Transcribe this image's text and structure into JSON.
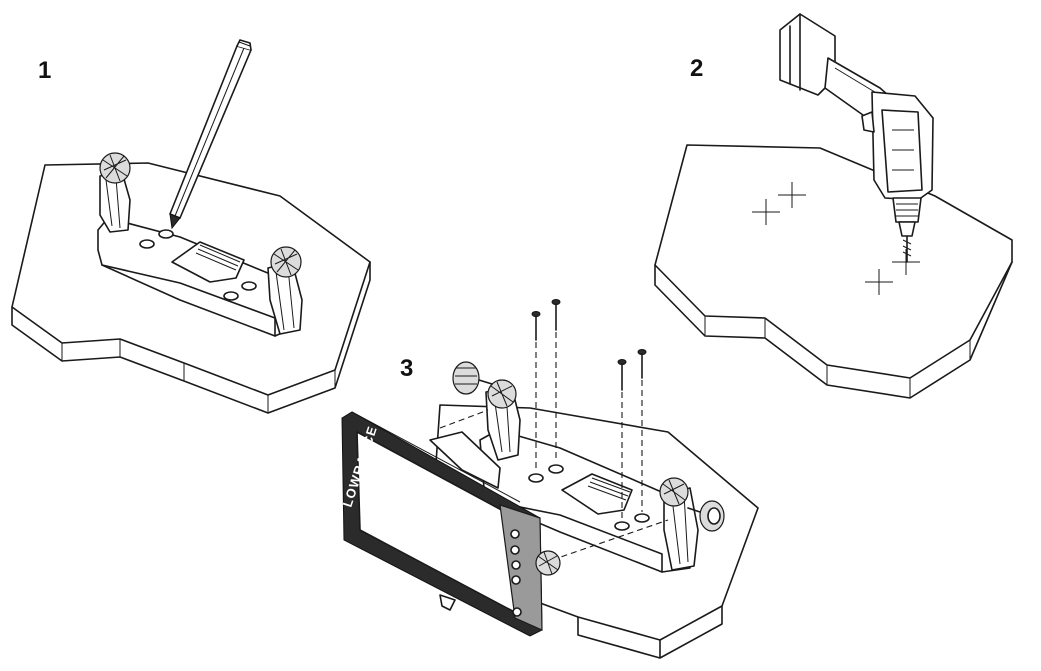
{
  "steps": [
    {
      "number": "1"
    },
    {
      "number": "2"
    },
    {
      "number": "3"
    }
  ],
  "display_brand": "LOWRANCE",
  "colors": {
    "line": "#1a1a1a",
    "background": "#ffffff",
    "display_body": "#2b2b2b"
  }
}
